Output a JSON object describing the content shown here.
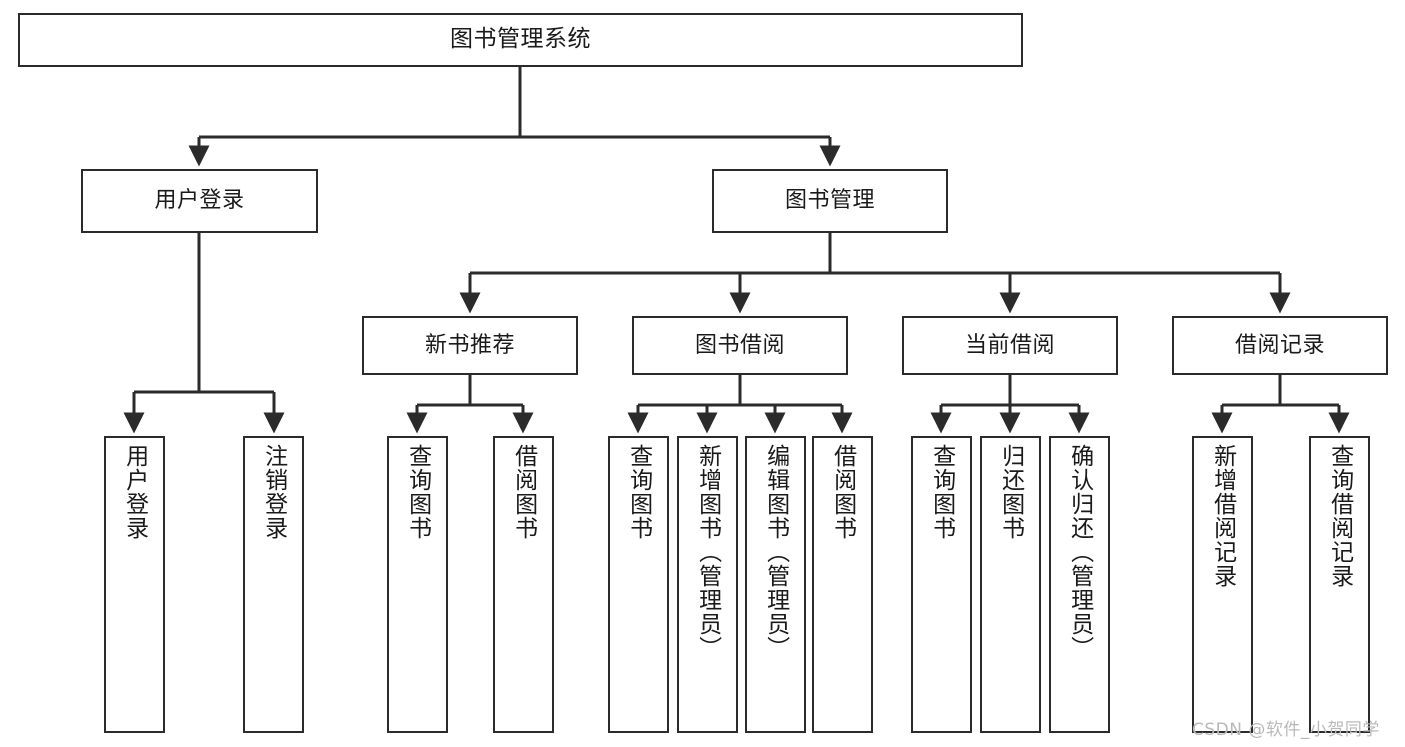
{
  "diagram": {
    "title": "图书管理系统",
    "type": "tree-functional-structure-chart",
    "watermark": "CSDN @软件_小贺同学",
    "colors": {
      "node_border": "#2b2b2b",
      "node_fill": "#ffffff",
      "edge": "#2b2b2b",
      "text": "#1a1a1a",
      "watermark": "#b9b9b9",
      "background": "#ffffff"
    },
    "nodes": {
      "root": {
        "label": "图书管理系统"
      },
      "level2": [
        {
          "label": "用户登录"
        },
        {
          "label": "图书管理"
        }
      ],
      "level3": [
        {
          "label": "新书推荐"
        },
        {
          "label": "图书借阅"
        },
        {
          "label": "当前借阅"
        },
        {
          "label": "借阅记录"
        }
      ],
      "leaves": {
        "user_login": [
          {
            "label": "用户登录"
          },
          {
            "label": "注销登录"
          }
        ],
        "new_book_recommend": [
          {
            "label": "查询图书"
          },
          {
            "label": "借阅图书"
          }
        ],
        "book_borrow": [
          {
            "label": "查询图书"
          },
          {
            "label": "新增图书（管理员）"
          },
          {
            "label": "编辑图书（管理员）"
          },
          {
            "label": "借阅图书"
          }
        ],
        "current_borrow": [
          {
            "label": "查询图书"
          },
          {
            "label": "归还图书"
          },
          {
            "label": "确认归还（管理员）"
          }
        ],
        "borrow_record": [
          {
            "label": "新增借阅记录"
          },
          {
            "label": "查询借阅记录"
          }
        ]
      }
    }
  }
}
